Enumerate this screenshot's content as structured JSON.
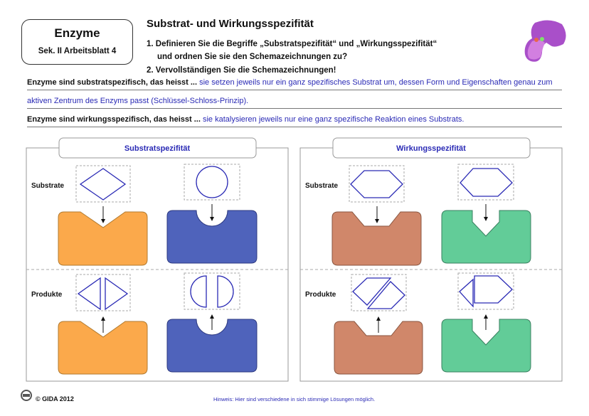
{
  "header": {
    "subject": "Enzyme",
    "level": "Sek. II   Arbeitsblatt 4",
    "title": "Substrat- und Wirkungsspezifität",
    "task1a": "1. Definieren Sie die Begriffe „Substratspezifität“ und „Wirkungsspezifität“",
    "task1b": "und ordnen Sie sie den Schemazeichnungen zu?",
    "task2": "2. Vervollständigen Sie die Schemazeichnungen!"
  },
  "answers": {
    "q1_prompt": "Enzyme sind substratspezifisch, das heisst ...",
    "q1_answer_line1": "sie setzen jeweils nur ein ganz spezifisches Substrat um, dessen Form und Eigenschaften genau zum",
    "q1_answer_line2": "aktiven Zentrum des Enzyms passt (Schlüssel-Schloss-Prinzip).",
    "q2_prompt": "Enzyme sind wirkungsspezifisch, das heisst ...",
    "q2_answer": "sie katalysieren jeweils nur eine ganz spezifische Reaktion eines Substrats."
  },
  "panels": [
    {
      "title": "Substratspezifität",
      "row1": "Substrate",
      "row2": "Produkte"
    },
    {
      "title": "Wirkungsspezifität",
      "row1": "Substrate",
      "row2": "Produkte"
    }
  ],
  "colors": {
    "orange": "#fba94b",
    "blue": "#4f63bb",
    "brown": "#d0876a",
    "green": "#62cc98",
    "ink": "#2a2ab5"
  },
  "footer": {
    "copyright": "© GIDA 2012",
    "hint": "Hinweis: Hier sind verschiedene in sich stimmige Lösungen möglich."
  }
}
